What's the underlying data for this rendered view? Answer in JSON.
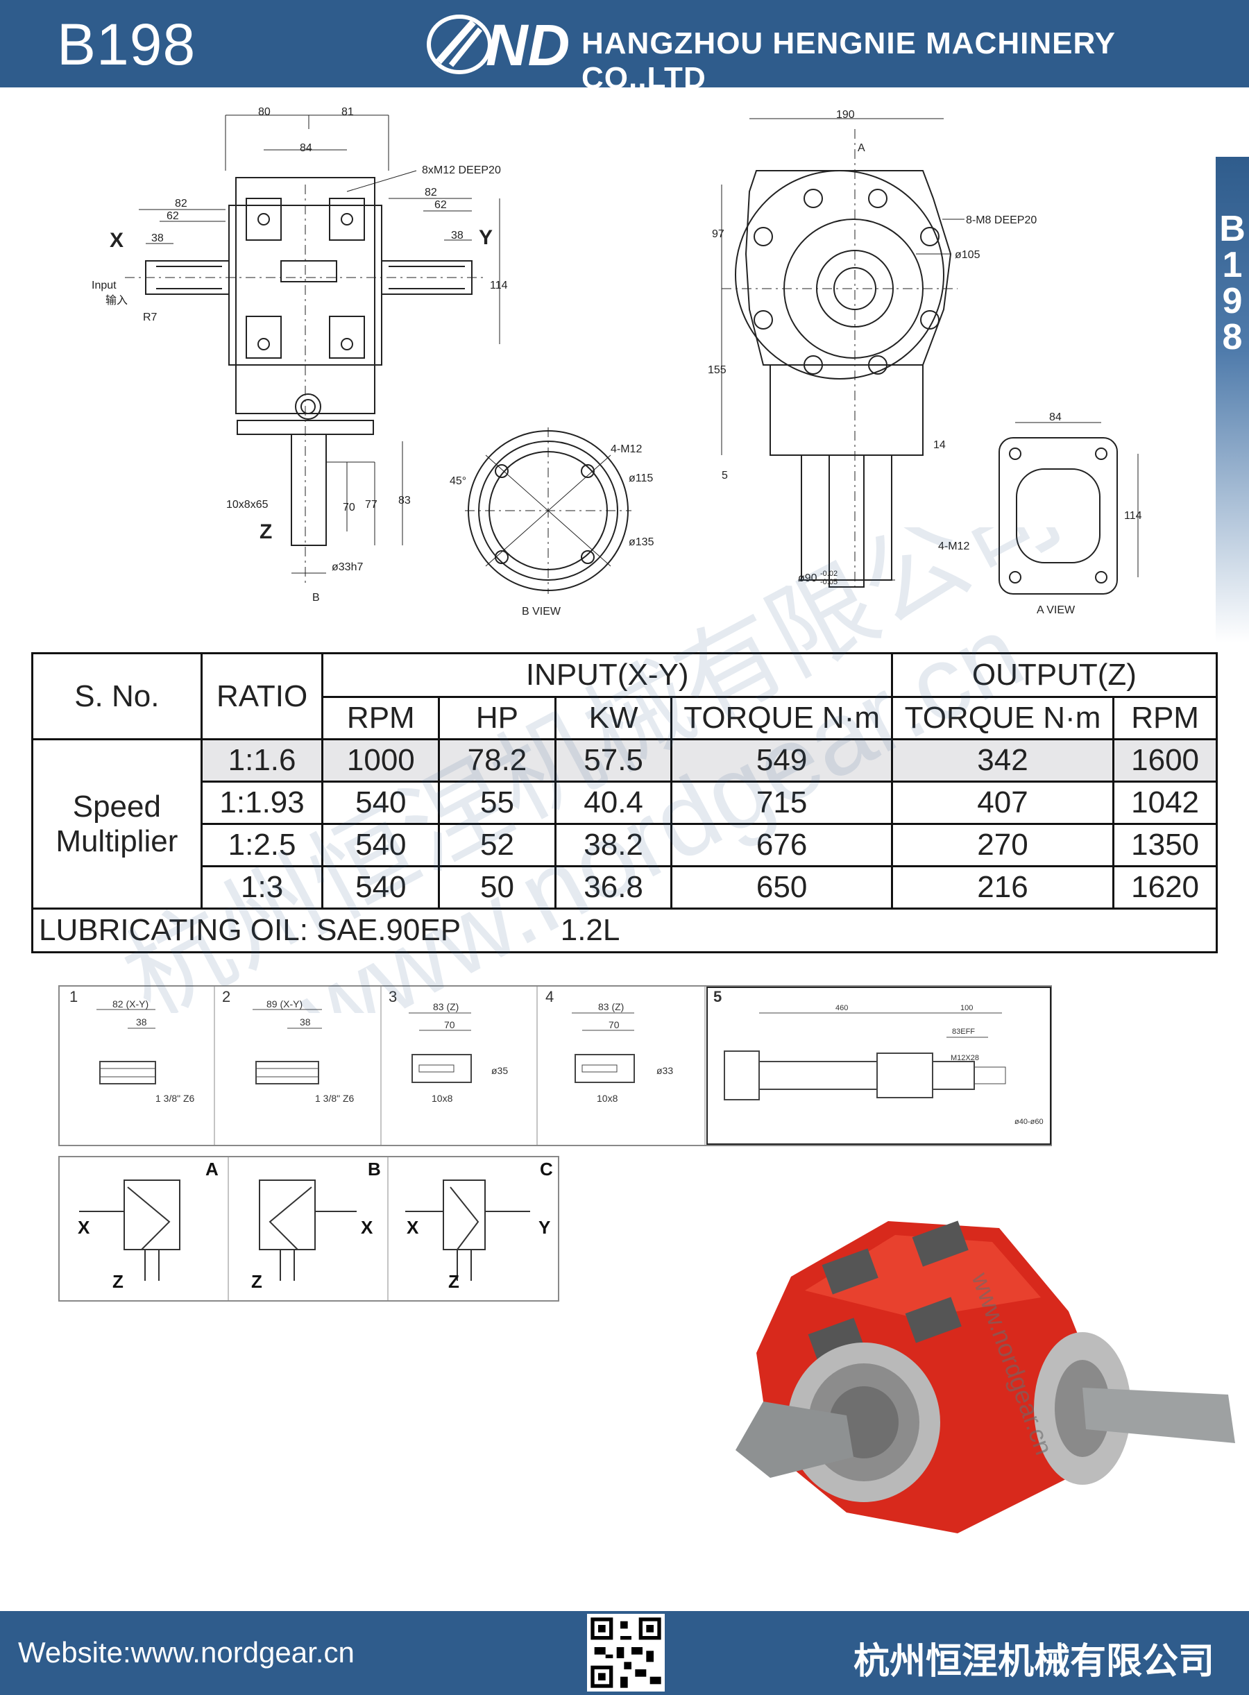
{
  "header": {
    "model": "B198",
    "company_en": "HANGZHOU HENGNIE MACHINERY CO.,LTD",
    "logo_text": "ND",
    "accent_color": "#2f5c8c"
  },
  "side_tab": {
    "chars": [
      "B",
      "1",
      "9",
      "8"
    ]
  },
  "drawing_front": {
    "dims": [
      "80",
      "81",
      "84",
      "8xM12 DEEP20",
      "82",
      "62",
      "38",
      "82",
      "62",
      "38",
      "114",
      "R7",
      "10x8x65",
      "70",
      "77",
      "83",
      "ø33h7",
      "B"
    ],
    "labels": {
      "x": "X",
      "y": "Y",
      "z": "Z",
      "input_en": "Input",
      "input_cn": "输入"
    }
  },
  "drawing_side": {
    "dims": [
      "190",
      "A",
      "8-M8 DEEP20",
      "ø105",
      "97",
      "155",
      "14",
      "5"
    ],
    "shaft_dim": "ø90",
    "shaft_tol_upper": "-0.02",
    "shaft_tol_lower": "-0.05"
  },
  "drawing_bview": {
    "dims": [
      "4-M12",
      "45°",
      "ø115",
      "ø135"
    ],
    "caption": "B VIEW"
  },
  "drawing_aview": {
    "dims": [
      "84",
      "114",
      "4-M12"
    ],
    "caption": "A VIEW"
  },
  "table": {
    "headers": {
      "sno": "S. No.",
      "ratio": "RATIO",
      "input": "INPUT(X-Y)",
      "output": "OUTPUT(Z)",
      "rpm": "RPM",
      "hp": "HP",
      "kw": "KW",
      "torque_in": "TORQUE N·m",
      "torque_out": "TORQUE N·m",
      "rpm_out": "RPM"
    },
    "group_label_1": "Speed",
    "group_label_2": "Multiplier",
    "rows": [
      {
        "ratio": "1:1.6",
        "rpm": "1000",
        "hp": "78.2",
        "kw": "57.5",
        "torque_in": "549",
        "torque_out": "342",
        "rpm_out": "1600"
      },
      {
        "ratio": "1:1.93",
        "rpm": "540",
        "hp": "55",
        "kw": "40.4",
        "torque_in": "715",
        "torque_out": "407",
        "rpm_out": "1042"
      },
      {
        "ratio": "1:2.5",
        "rpm": "540",
        "hp": "52",
        "kw": "38.2",
        "torque_in": "676",
        "torque_out": "270",
        "rpm_out": "1350"
      },
      {
        "ratio": "1:3",
        "rpm": "540",
        "hp": "50",
        "kw": "36.8",
        "torque_in": "650",
        "torque_out": "216",
        "rpm_out": "1620"
      }
    ],
    "oil_label": "LUBRICATING OIL: SAE.90EP",
    "oil_amount": "1.2L"
  },
  "shaft_options": [
    {
      "num": "1",
      "dim_top": "82 (X-Y)",
      "dim_mid": "38",
      "spline": "1 3/8\" Z6"
    },
    {
      "num": "2",
      "dim_top": "89 (X-Y)",
      "dim_mid": "38",
      "spline": "1 3/8\" Z6"
    },
    {
      "num": "3",
      "dim_top": "83 (Z)",
      "dim_mid": "70",
      "dia": "ø35",
      "key": "10x8"
    },
    {
      "num": "4",
      "dim_top": "83 (Z)",
      "dim_mid": "70",
      "dia": "ø33",
      "key": "10x8"
    },
    {
      "num": "5",
      "dim_a": "460",
      "dim_b": "100",
      "dim_c": "83EFF",
      "thread": "M12X28",
      "dia": "ø40-ø60"
    }
  ],
  "directions": [
    {
      "letter": "A",
      "axes": [
        "X",
        "Z"
      ]
    },
    {
      "letter": "B",
      "axes": [
        "X",
        "Z"
      ]
    },
    {
      "letter": "C",
      "axes": [
        "X",
        "Y",
        "Z"
      ]
    }
  ],
  "photo": {
    "watermark": "www.nordgear.cn",
    "body_color": "#d8291c"
  },
  "watermark": {
    "cn": "杭州恒涅机械有限公司",
    "en": "www.nordgear.cn"
  },
  "footer": {
    "website": "Website:www.nordgear.cn",
    "company_cn": "杭州恒涅机械有限公司"
  }
}
